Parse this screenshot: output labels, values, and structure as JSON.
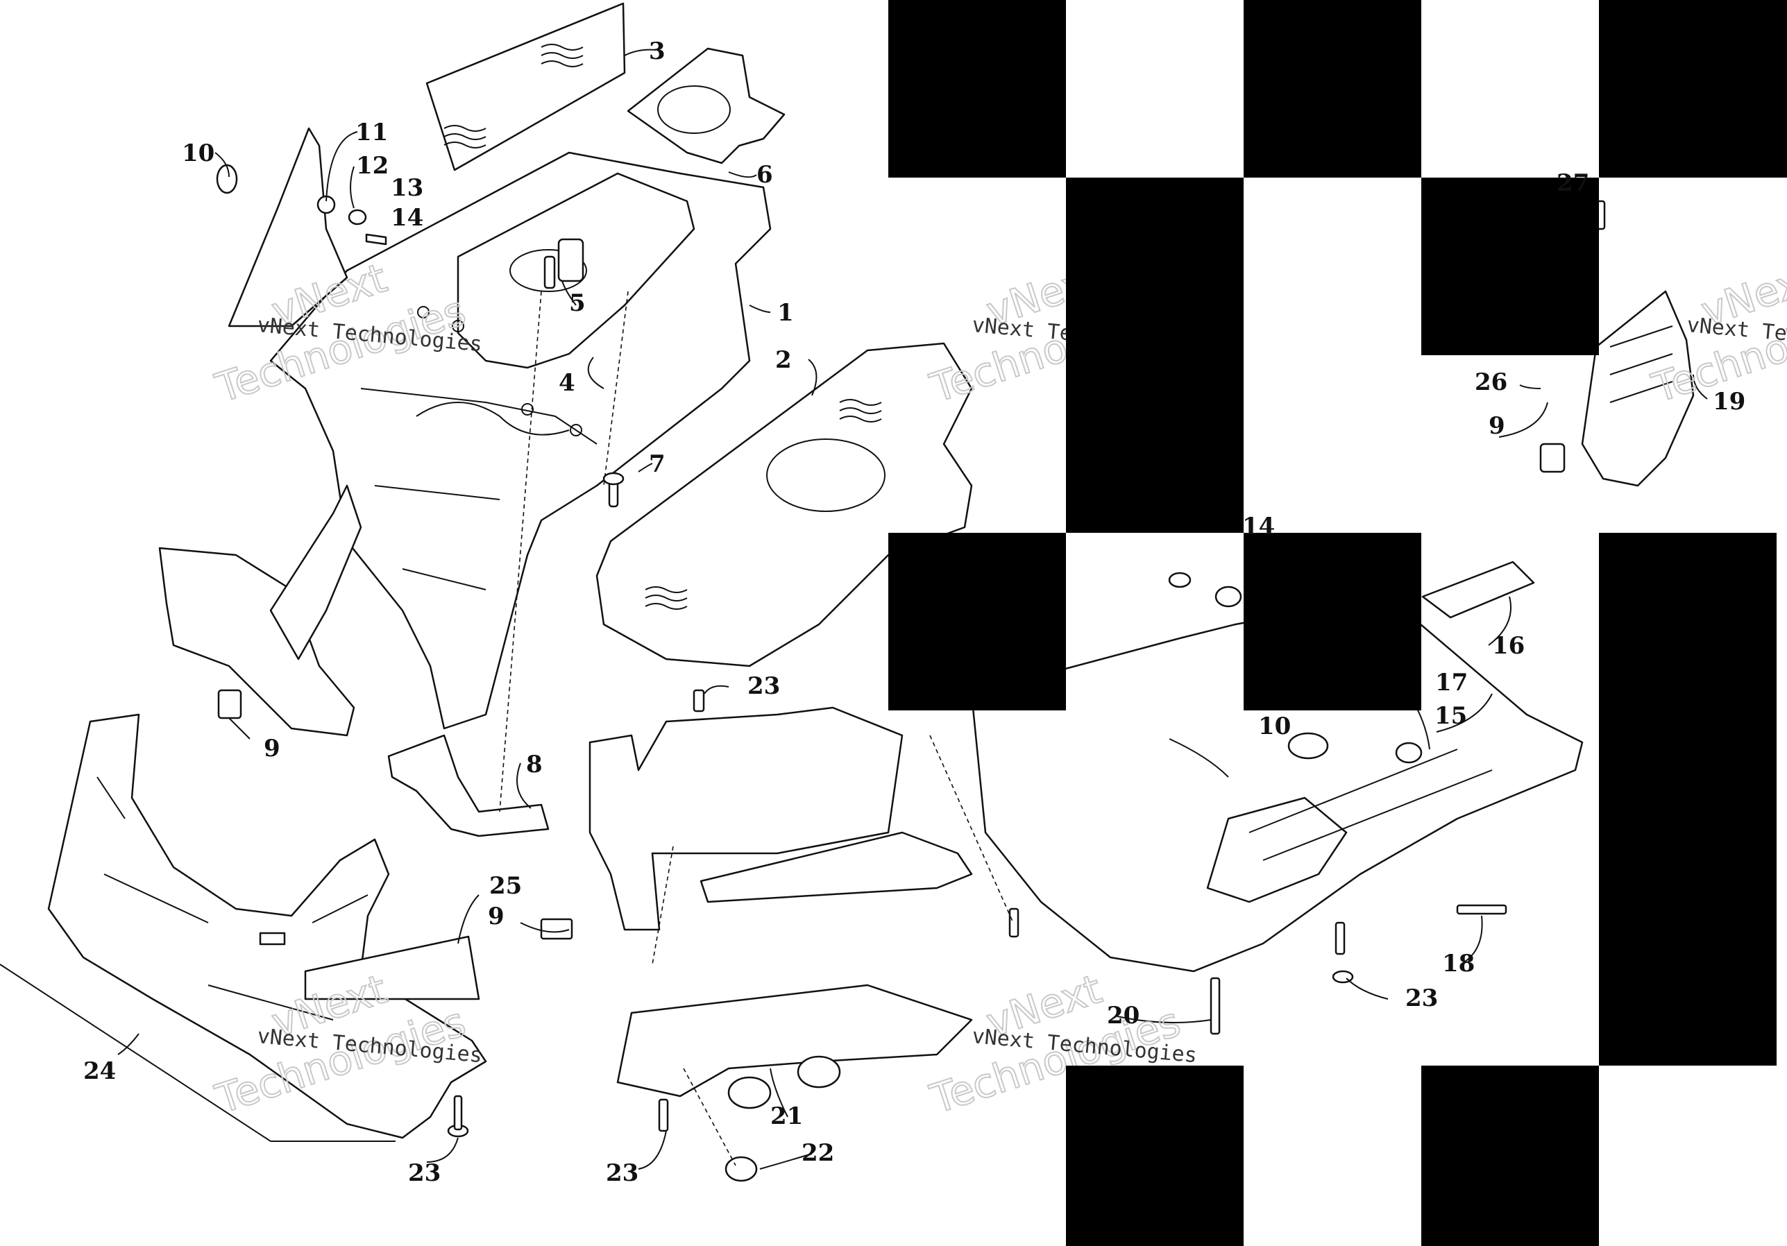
{
  "diagram": {
    "watermark_text": "vNext Technologies",
    "watermark_big_line1": "vNext",
    "watermark_big_line2": "Technologies",
    "callouts": [
      {
        "id": "c1",
        "label": "1"
      },
      {
        "id": "c2",
        "label": "2"
      },
      {
        "id": "c3",
        "label": "3"
      },
      {
        "id": "c4",
        "label": "4"
      },
      {
        "id": "c5",
        "label": "5"
      },
      {
        "id": "c6",
        "label": "6"
      },
      {
        "id": "c7",
        "label": "7"
      },
      {
        "id": "c8",
        "label": "8"
      },
      {
        "id": "c9a",
        "label": "9"
      },
      {
        "id": "c9b",
        "label": "9"
      },
      {
        "id": "c9c",
        "label": "9"
      },
      {
        "id": "c10a",
        "label": "10"
      },
      {
        "id": "c10b",
        "label": "10"
      },
      {
        "id": "c11",
        "label": "11"
      },
      {
        "id": "c12",
        "label": "12"
      },
      {
        "id": "c13",
        "label": "13"
      },
      {
        "id": "c14a",
        "label": "14"
      },
      {
        "id": "c14b",
        "label": "14"
      },
      {
        "id": "c15",
        "label": "15"
      },
      {
        "id": "c16",
        "label": "16"
      },
      {
        "id": "c17",
        "label": "17"
      },
      {
        "id": "c18",
        "label": "18"
      },
      {
        "id": "c19",
        "label": "19"
      },
      {
        "id": "c20",
        "label": "20"
      },
      {
        "id": "c21",
        "label": "21"
      },
      {
        "id": "c22",
        "label": "22"
      },
      {
        "id": "c23a",
        "label": "23"
      },
      {
        "id": "c23b",
        "label": "23"
      },
      {
        "id": "c23c",
        "label": "23"
      },
      {
        "id": "c23d",
        "label": "23"
      },
      {
        "id": "c24",
        "label": "24"
      },
      {
        "id": "c25",
        "label": "25"
      },
      {
        "id": "c26",
        "label": "26"
      },
      {
        "id": "c27",
        "label": "27"
      }
    ],
    "colors": {
      "ink": "#111111",
      "mask": "#000000",
      "paper": "#ffffff",
      "watermark": "#c9c9c9"
    }
  }
}
